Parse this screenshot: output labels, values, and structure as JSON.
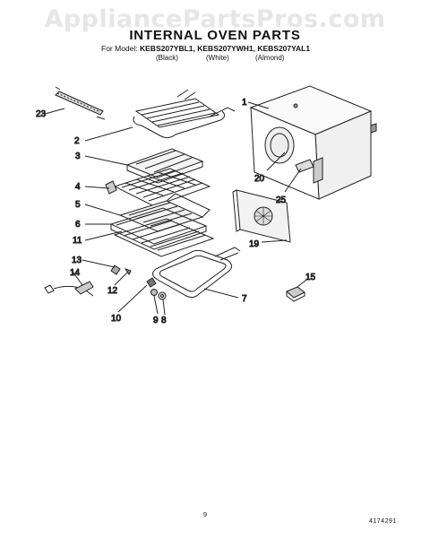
{
  "watermark": "AppliancePartsPros.com",
  "title": "INTERNAL OVEN PARTS",
  "models": {
    "label": "For Model:",
    "list": "KEBS207YBL1, KEBS207YWH1, KEBS207YAL1",
    "colors": [
      "(Black)",
      "(White)",
      "(Almond)"
    ]
  },
  "callouts": [
    "23",
    "2",
    "3",
    "4",
    "5",
    "6",
    "11",
    "13",
    "14",
    "12",
    "10",
    "9",
    "8",
    "7",
    "15",
    "1",
    "20",
    "25",
    "19"
  ],
  "footer": {
    "page": "9",
    "code": "4174291"
  }
}
